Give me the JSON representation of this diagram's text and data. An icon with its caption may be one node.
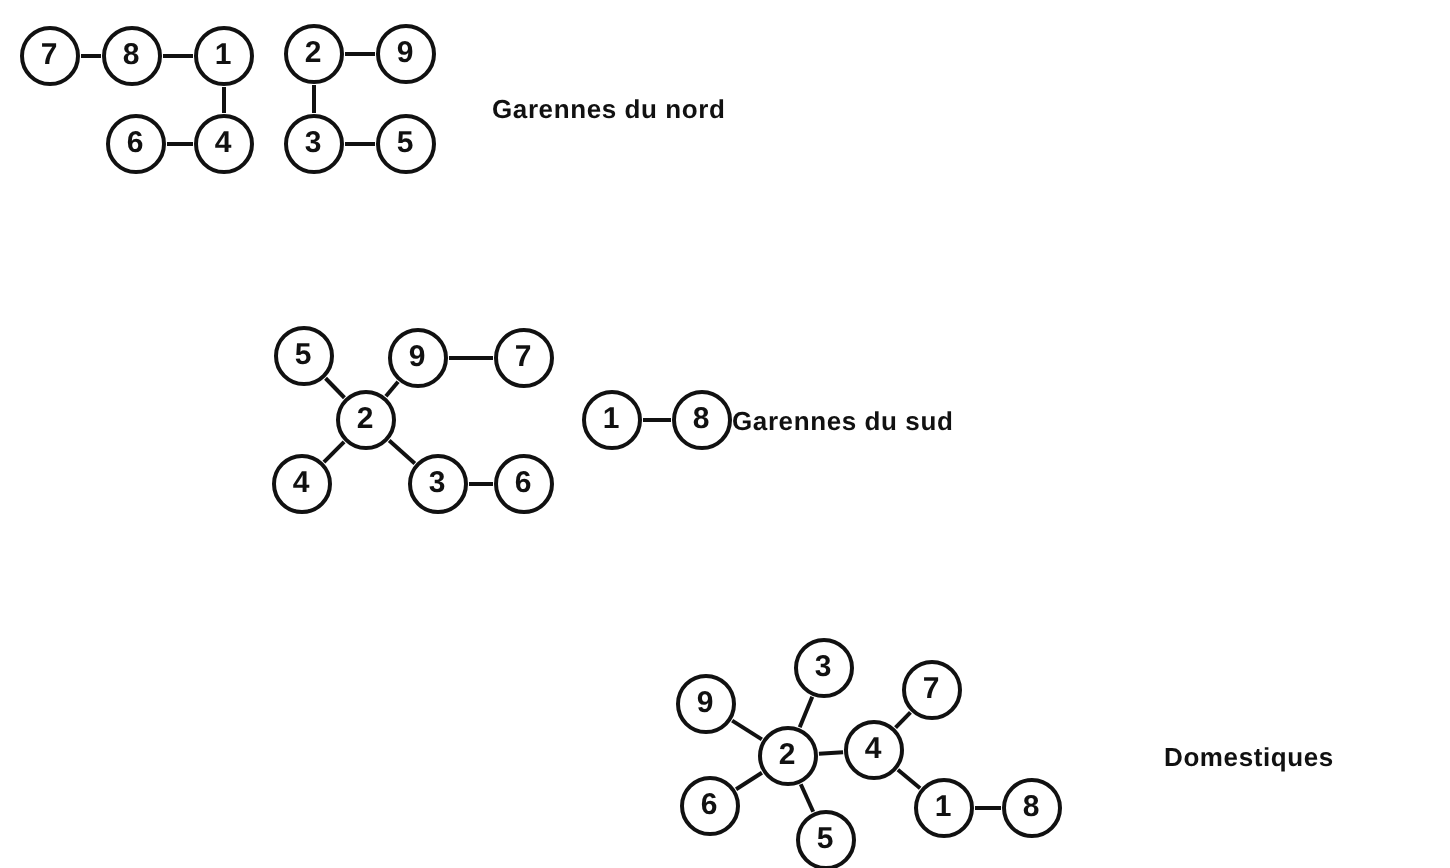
{
  "diagram": {
    "nodes": [
      {
        "text": [
          "7"
        ]
      },
      {
        "text": [
          "8"
        ]
      },
      {
        "text": [
          "1"
        ]
      },
      {
        "text": [
          "2"
        ]
      },
      {
        "text": [
          "9"
        ]
      },
      {
        "text": [
          "6"
        ]
      },
      {
        "text": [
          "4"
        ]
      },
      {
        "text": [
          "3"
        ]
      },
      {
        "text": [
          "5"
        ]
      },
      {
        "text": [
          "5"
        ]
      },
      {
        "text": [
          "9"
        ]
      },
      {
        "text": [
          "7"
        ]
      },
      {
        "text": [
          "2"
        ]
      },
      {
        "text": [
          "1"
        ]
      },
      {
        "text": [
          "8"
        ]
      },
      {
        "text": [
          "4"
        ]
      },
      {
        "text": [
          "3"
        ]
      },
      {
        "text": [
          "6"
        ]
      },
      {
        "text": [
          "3"
        ]
      },
      {
        "text": [
          "9"
        ]
      },
      {
        "text": [
          "7"
        ]
      },
      {
        "text": [
          "2"
        ]
      },
      {
        "text": [
          "4"
        ]
      },
      {
        "text": [
          "6"
        ]
      },
      {
        "text": [
          "1"
        ]
      },
      {
        "text": [
          "8"
        ]
      },
      {
        "text": [
          "5"
        ]
      }
    ],
    "edges": [
      {
        "from": 0,
        "to": 1,
        "arrow": "none"
      },
      {
        "from": 1,
        "to": 2,
        "arrow": "none"
      },
      {
        "from": 2,
        "to": 6,
        "arrow": "none"
      },
      {
        "from": 5,
        "to": 6,
        "arrow": "none"
      },
      {
        "from": 3,
        "to": 4,
        "arrow": "none"
      },
      {
        "from": 3,
        "to": 7,
        "arrow": "none"
      },
      {
        "from": 7,
        "to": 8,
        "arrow": "none"
      },
      {
        "from": 9,
        "to": 12,
        "arrow": "none"
      },
      {
        "from": 10,
        "to": 12,
        "arrow": "none"
      },
      {
        "from": 10,
        "to": 11,
        "arrow": "none"
      },
      {
        "from": 15,
        "to": 12,
        "arrow": "none"
      },
      {
        "from": 12,
        "to": 16,
        "arrow": "none"
      },
      {
        "from": 16,
        "to": 17,
        "arrow": "none"
      },
      {
        "from": 13,
        "to": 14,
        "arrow": "none"
      },
      {
        "from": 19,
        "to": 21,
        "arrow": "none"
      },
      {
        "from": 18,
        "to": 21,
        "arrow": "none"
      },
      {
        "from": 23,
        "to": 21,
        "arrow": "none"
      },
      {
        "from": 26,
        "to": 21,
        "arrow": "none"
      },
      {
        "from": 21,
        "to": 22,
        "arrow": "none"
      },
      {
        "from": 22,
        "to": 20,
        "arrow": "none"
      },
      {
        "from": 22,
        "to": 24,
        "arrow": "none"
      },
      {
        "from": 24,
        "to": 25,
        "arrow": "none"
      }
    ],
    "labels": [
      "Garennes du nord",
      "Garennes du sud",
      "Domestiques"
    ]
  }
}
